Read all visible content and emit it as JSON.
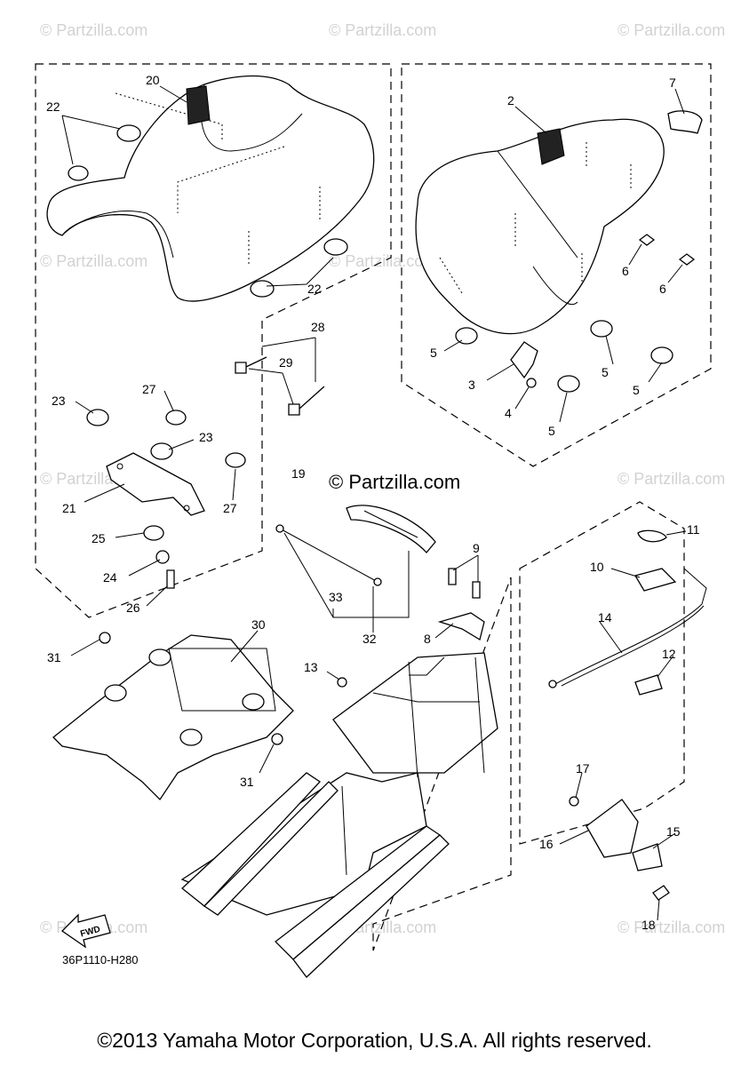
{
  "watermarks": [
    "© Partzilla.com",
    "© Partzilla.com",
    "© Partzilla.com",
    "© Partzilla.com",
    "© Partzilla.com",
    "© Partzilla.com",
    "© Partzilla.com",
    "© Partzilla.com",
    "© Partzilla.com",
    "© Partzilla.com"
  ],
  "center_watermark": "© Partzilla.com",
  "callouts": [
    "20",
    "22",
    "2",
    "7",
    "22",
    "6",
    "6",
    "5",
    "5",
    "5",
    "5",
    "3",
    "4",
    "28",
    "29",
    "27",
    "23",
    "23",
    "21",
    "27",
    "19",
    "25",
    "24",
    "26",
    "33",
    "32",
    "30",
    "31",
    "31",
    "9",
    "8",
    "13",
    "11",
    "10",
    "14",
    "12",
    "17",
    "16",
    "15",
    "18"
  ],
  "fwd_label": "FWD",
  "diagram_code": "36P1110-H280",
  "copyright": "©2013 Yamaha Motor Corporation, U.S.A. All rights reserved."
}
